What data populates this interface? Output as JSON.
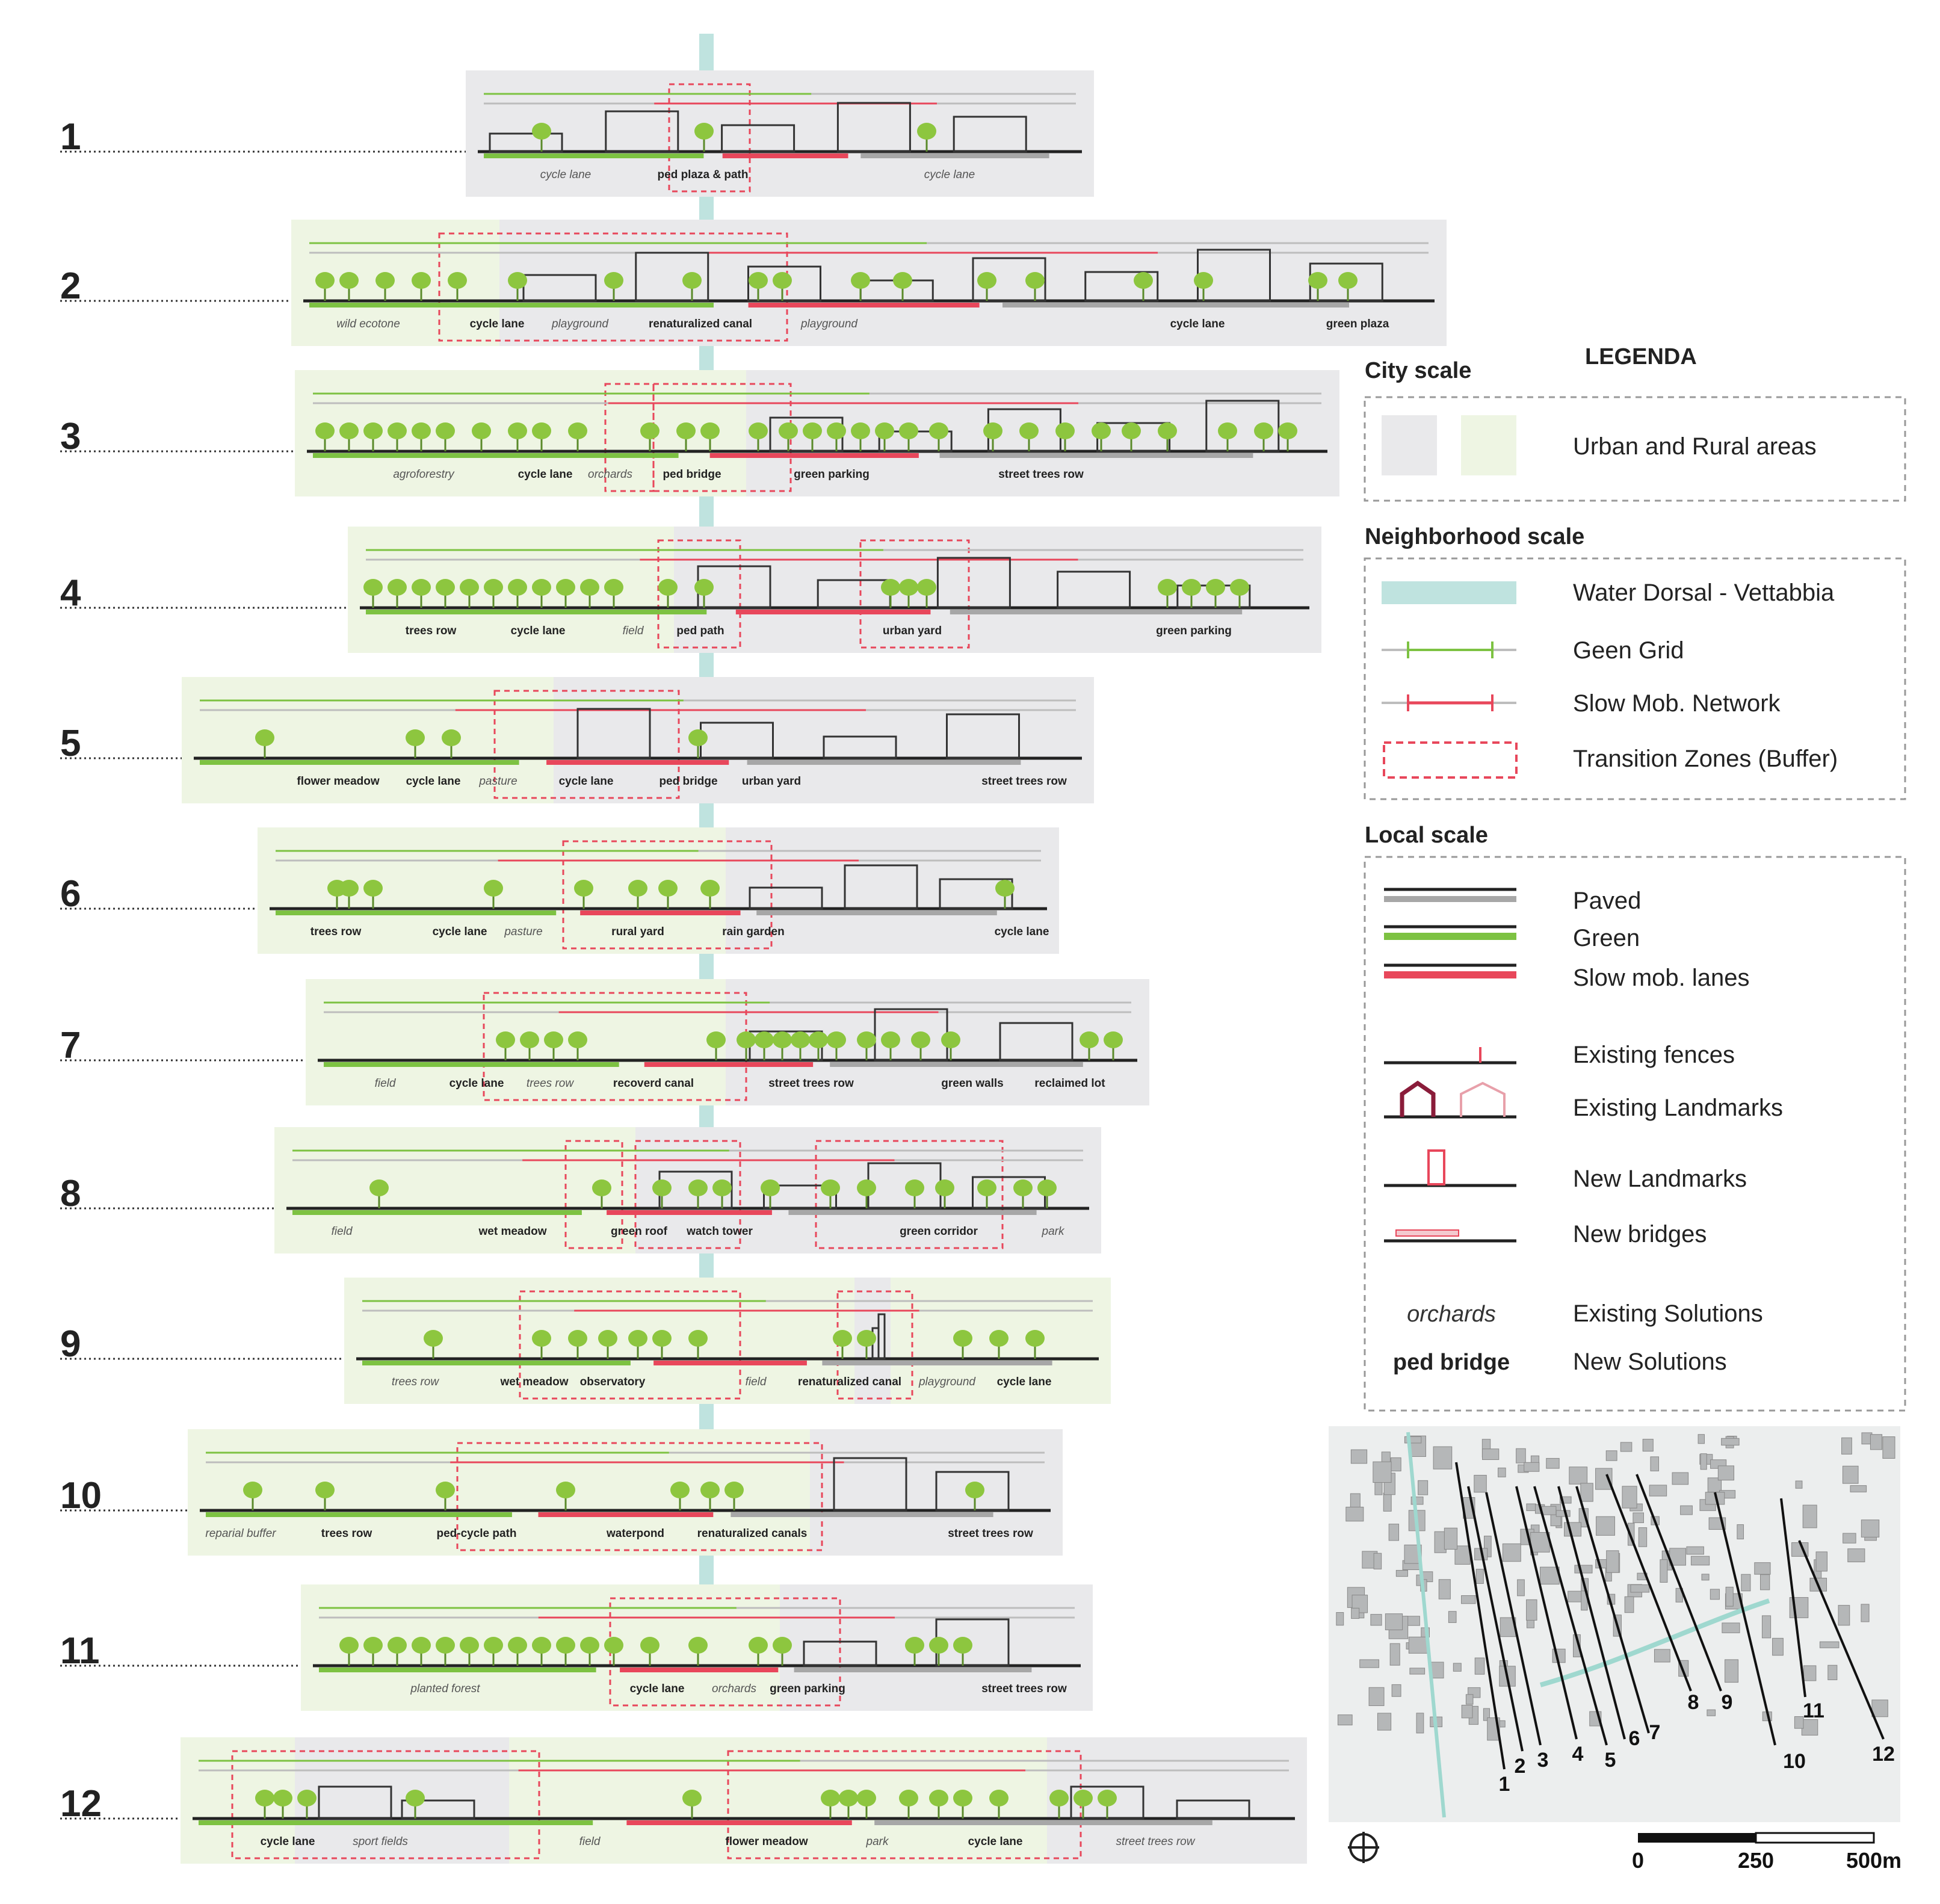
{
  "sections": [
    {
      "number": "1",
      "labels": [
        {
          "text": "cycle lane",
          "style": "existing"
        },
        {
          "text": "ped plaza & path",
          "style": "new"
        },
        {
          "text": "cycle lane",
          "style": "existing"
        }
      ]
    },
    {
      "number": "2",
      "labels": [
        {
          "text": "wild ecotone",
          "style": "existing"
        },
        {
          "text": "cycle lane",
          "style": "new"
        },
        {
          "text": "playground",
          "style": "existing"
        },
        {
          "text": "renaturalized canal",
          "style": "new"
        },
        {
          "text": "playground",
          "style": "existing"
        },
        {
          "text": "cycle lane",
          "style": "new"
        },
        {
          "text": "green plaza",
          "style": "new"
        }
      ]
    },
    {
      "number": "3",
      "labels": [
        {
          "text": "agroforestry",
          "style": "existing"
        },
        {
          "text": "cycle lane",
          "style": "new"
        },
        {
          "text": "orchards",
          "style": "existing"
        },
        {
          "text": "ped bridge",
          "style": "new"
        },
        {
          "text": "green parking",
          "style": "new"
        },
        {
          "text": "street trees row",
          "style": "new"
        }
      ]
    },
    {
      "number": "4",
      "labels": [
        {
          "text": "trees row",
          "style": "new"
        },
        {
          "text": "cycle lane",
          "style": "new"
        },
        {
          "text": "field",
          "style": "existing"
        },
        {
          "text": "ped path",
          "style": "new"
        },
        {
          "text": "urban yard",
          "style": "new"
        },
        {
          "text": "green parking",
          "style": "new"
        }
      ]
    },
    {
      "number": "5",
      "labels": [
        {
          "text": "flower meadow",
          "style": "new"
        },
        {
          "text": "cycle lane",
          "style": "new"
        },
        {
          "text": "pasture",
          "style": "existing"
        },
        {
          "text": "cycle lane",
          "style": "new"
        },
        {
          "text": "ped bridge",
          "style": "new"
        },
        {
          "text": "urban yard",
          "style": "new"
        },
        {
          "text": "street trees row",
          "style": "new"
        }
      ]
    },
    {
      "number": "6",
      "labels": [
        {
          "text": "trees row",
          "style": "new"
        },
        {
          "text": "cycle lane",
          "style": "new"
        },
        {
          "text": "pasture",
          "style": "existing"
        },
        {
          "text": "rural yard",
          "style": "new"
        },
        {
          "text": "rain garden",
          "style": "new"
        },
        {
          "text": "cycle lane",
          "style": "new"
        }
      ]
    },
    {
      "number": "7",
      "labels": [
        {
          "text": "field",
          "style": "existing"
        },
        {
          "text": "cycle lane",
          "style": "new"
        },
        {
          "text": "trees row",
          "style": "existing"
        },
        {
          "text": "recoverd canal",
          "style": "new"
        },
        {
          "text": "street trees row",
          "style": "new"
        },
        {
          "text": "green walls",
          "style": "new"
        },
        {
          "text": "reclaimed lot",
          "style": "new"
        }
      ]
    },
    {
      "number": "8",
      "labels": [
        {
          "text": "field",
          "style": "existing"
        },
        {
          "text": "wet meadow",
          "style": "new"
        },
        {
          "text": "green roof",
          "style": "new"
        },
        {
          "text": "watch tower",
          "style": "new"
        },
        {
          "text": "green corridor",
          "style": "new"
        },
        {
          "text": "park",
          "style": "existing"
        }
      ]
    },
    {
      "number": "9",
      "labels": [
        {
          "text": "trees row",
          "style": "existing"
        },
        {
          "text": "wet meadow",
          "style": "new"
        },
        {
          "text": "observatory",
          "style": "new"
        },
        {
          "text": "field",
          "style": "existing"
        },
        {
          "text": "renaturalized canal",
          "style": "new"
        },
        {
          "text": "playground",
          "style": "existing"
        },
        {
          "text": "cycle lane",
          "style": "new"
        }
      ]
    },
    {
      "number": "10",
      "labels": [
        {
          "text": "reparial buffer",
          "style": "existing"
        },
        {
          "text": "trees row",
          "style": "new"
        },
        {
          "text": "ped-cycle path",
          "style": "new"
        },
        {
          "text": "waterpond",
          "style": "new"
        },
        {
          "text": "renaturalized canals",
          "style": "new"
        },
        {
          "text": "street trees row",
          "style": "new"
        }
      ]
    },
    {
      "number": "11",
      "labels": [
        {
          "text": "planted forest",
          "style": "existing"
        },
        {
          "text": "cycle lane",
          "style": "new"
        },
        {
          "text": "orchards",
          "style": "existing"
        },
        {
          "text": "green parking",
          "style": "new"
        },
        {
          "text": "street trees row",
          "style": "new"
        }
      ]
    },
    {
      "number": "12",
      "labels": [
        {
          "text": "cycle lane",
          "style": "new"
        },
        {
          "text": "sport fields",
          "style": "existing"
        },
        {
          "text": "field",
          "style": "existing"
        },
        {
          "text": "flower meadow",
          "style": "new"
        },
        {
          "text": "park",
          "style": "existing"
        },
        {
          "text": "cycle lane",
          "style": "new"
        },
        {
          "text": "street trees row",
          "style": "existing"
        }
      ]
    }
  ],
  "legend": {
    "title": "LEGENDA",
    "city_scale": {
      "heading": "City scale",
      "items": [
        {
          "label": "Urban and Rural areas"
        }
      ]
    },
    "neighborhood_scale": {
      "heading": "Neighborhood scale",
      "items": [
        {
          "label": "Water Dorsal - Vettabbia"
        },
        {
          "label": "Geen Grid"
        },
        {
          "label": "Slow Mob. Network"
        },
        {
          "label": "Transition Zones (Buffer)"
        }
      ]
    },
    "local_scale": {
      "heading": "Local scale",
      "items": [
        {
          "label": "Paved"
        },
        {
          "label": "Green"
        },
        {
          "label": "Slow mob. lanes"
        },
        {
          "label": "Existing fences"
        },
        {
          "label": "Existing Landmarks"
        },
        {
          "label": "New Landmarks"
        },
        {
          "label": "New bridges"
        },
        {
          "label": "Existing Solutions",
          "sample": "orchards"
        },
        {
          "label": "New Solutions",
          "sample": "ped bridge"
        }
      ]
    }
  },
  "map": {
    "section_markers": [
      "1",
      "2",
      "3",
      "4",
      "5",
      "6",
      "7",
      "8",
      "9",
      "10",
      "11",
      "12"
    ],
    "scale_bar": {
      "ticks": [
        "0",
        "250",
        "500m"
      ]
    }
  },
  "colors": {
    "green": "#7dc242",
    "red": "#e8475b",
    "gray_zone": "#e9e9eb",
    "green_zone": "#eef5e3",
    "water": "#bfe3df",
    "tree": "#8dc63f",
    "paved": "#a7a7a7",
    "grid_line": "#bdbdbd"
  }
}
